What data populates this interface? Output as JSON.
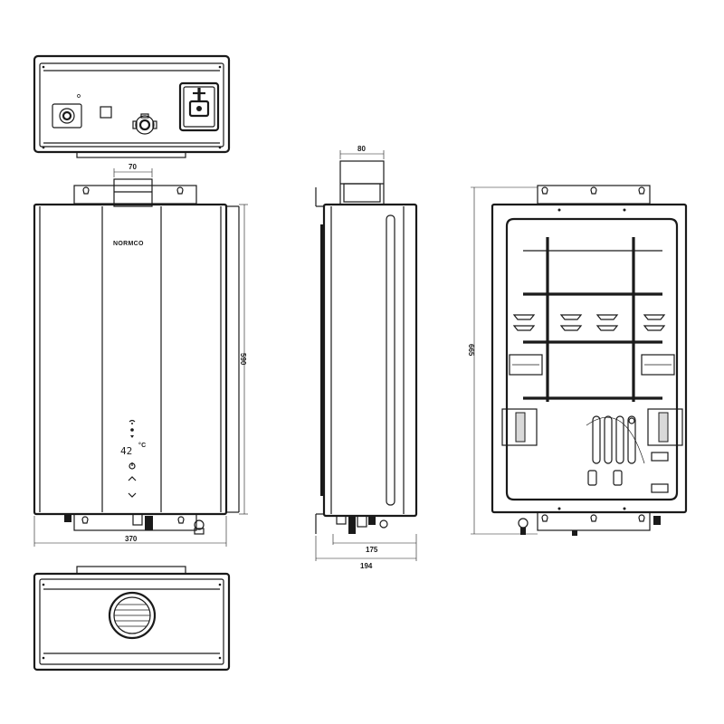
{
  "dimensions": {
    "flue_width_front": "70",
    "height_front": "590",
    "width_front": "370",
    "flue_width_side": "80",
    "depth_inner_side": "175",
    "depth_outer_side": "194",
    "height_back": "665"
  },
  "front_panel": {
    "brand": "NORMCO",
    "temperature_value": "42",
    "temperature_unit": "°C"
  }
}
